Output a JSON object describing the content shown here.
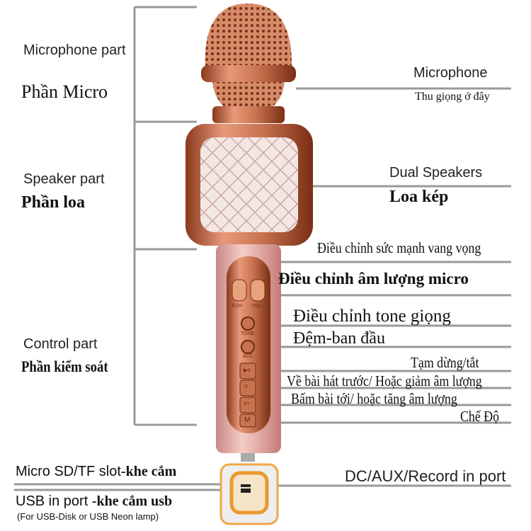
{
  "left_labels": {
    "microphone_part": {
      "en": "Microphone part",
      "vi": "Phần Micro"
    },
    "speaker_part": {
      "en": "Speaker part",
      "vi": "Phần loa"
    },
    "control_part": {
      "en": "Control part",
      "vi": "Phần kiểm soát"
    }
  },
  "right_labels": {
    "microphone": {
      "en": "Microphone",
      "vi": "Thu giọng ở đây"
    },
    "dual_speakers": {
      "en": "Dual Speakers",
      "vi": "Loa kép"
    },
    "echo": "Điều chỉnh sức mạnh vang vọng",
    "mic_volume": "Điều chỉnh âm lượng micro",
    "tone": "Điều chỉnh tone giọng",
    "acc": "Đệm-ban đầu",
    "pause": "Tạm dừng/tắt",
    "prev": "Về bài hát trước/ Hoặc giảm âm lượng",
    "next": "Bấm bài tới/ hoặc tăng âm lượng",
    "mode": "Chế Độ"
  },
  "bottom_labels": {
    "sd_slot_en": "Micro SD/TF slot",
    "sd_slot_vi": "-khe cắm",
    "usb_en": "USB in port ",
    "usb_vi": "-khe cắm usb",
    "usb_note": "(For USB-Disk or  USB Neon lamp)",
    "dc_port": "DC/AUX/Record in port"
  },
  "device_buttons": {
    "ech": "ECH",
    "vol": "VOL",
    "tone": "TONE",
    "acc": "ACC",
    "play": "▶II",
    "prev": "V-",
    "next": "V+",
    "mode": "M"
  },
  "colors": {
    "rose_gold": "#c8734f",
    "pink_body": "#e8a7a2",
    "line_gray": "#999999"
  }
}
